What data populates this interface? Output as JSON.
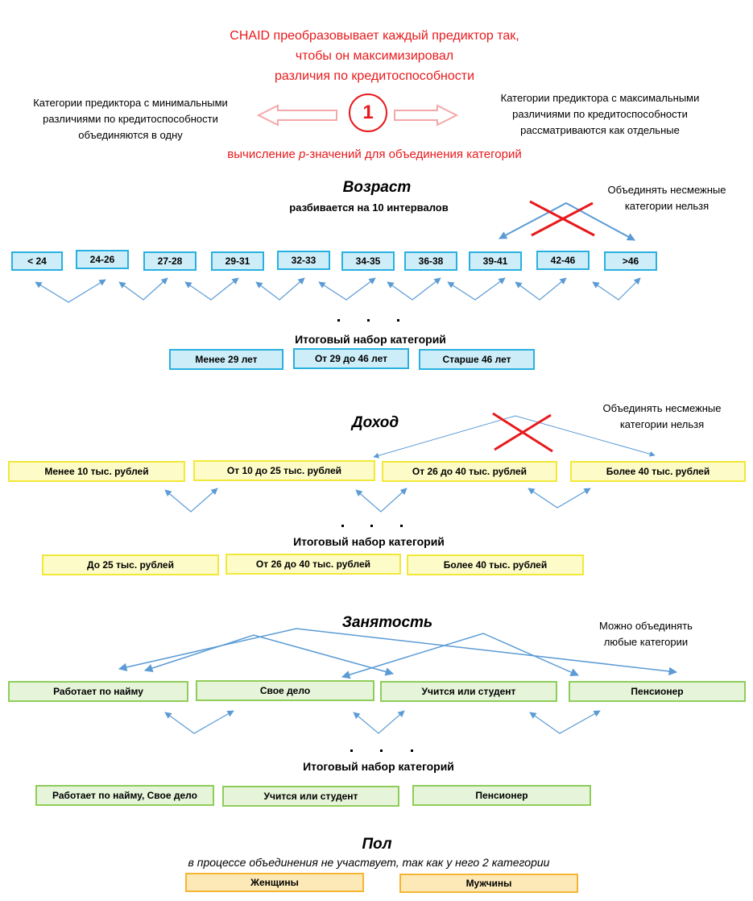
{
  "header": {
    "line1": "CHAID преобразовывает каждый предиктор так,",
    "line2": "чтобы он максимизировал",
    "line3": "различия по кредитоспособности",
    "step": "1",
    "left_1": "Категории предиктора с минимальными",
    "left_2": "различиями по кредитоспособности",
    "left_3": "объединяются в одну",
    "right_1": "Категории предиктора с максимальными",
    "right_2": "различиями по кредитоспособности",
    "right_3": "рассматриваются как отдельные",
    "pvalue_pre": "вычисление ",
    "pvalue_p": "p",
    "pvalue_post": "-значений для объединения категорий"
  },
  "age": {
    "title": "Возраст",
    "subtitle": "разбивается на 10 интервалов",
    "note_1": "Объединять несмежные",
    "note_2": "категории нельзя",
    "categories": [
      "< 24",
      "24-26",
      "27-28",
      "29-31",
      "32-33",
      "34-35",
      "36-38",
      "39-41",
      "42-46",
      ">46"
    ],
    "final_label": "Итоговый набор категорий",
    "final": [
      "Менее 29 лет",
      "От 29 до 46 лет",
      "Старше 46 лет"
    ]
  },
  "income": {
    "title": "Доход",
    "note_1": "Объединять несмежные",
    "note_2": "категории нельзя",
    "categories": [
      "Менее 10 тыс. рублей",
      "От 10 до 25 тыс. рублей",
      "От 26 до 40 тыс. рублей",
      "Более 40 тыс. рублей"
    ],
    "final_label": "Итоговый набор категорий",
    "final": [
      "До 25 тыс. рублей",
      "От 26 до 40 тыс. рублей",
      "Более 40 тыс. рублей"
    ]
  },
  "employment": {
    "title": "Занятость",
    "note_1": "Можно объединять",
    "note_2": "любые категории",
    "categories": [
      "Работает по найму",
      "Свое дело",
      "Учится или студент",
      "Пенсионер"
    ],
    "final_label": "Итоговый набор категорий",
    "final": [
      "Работает по найму, Свое дело",
      "Учится или студент",
      "Пенсионер"
    ]
  },
  "gender": {
    "title": "Пол",
    "subtitle": "в процессе объединения не участвует, так как у него 2 категории",
    "categories": [
      "Женщины",
      "Мужчины"
    ]
  },
  "colors": {
    "red": "#e8191c",
    "arrow": "#5b9bd5",
    "blue_border": "#29b0e0",
    "blue_fill": "#cdeef9",
    "yellow_border": "#f2e83a",
    "yellow_fill": "#fdfbc7",
    "green_border": "#8fcd5a",
    "green_fill": "#e6f4d9",
    "orange_border": "#f5b533",
    "orange_fill": "#fde9b8"
  }
}
